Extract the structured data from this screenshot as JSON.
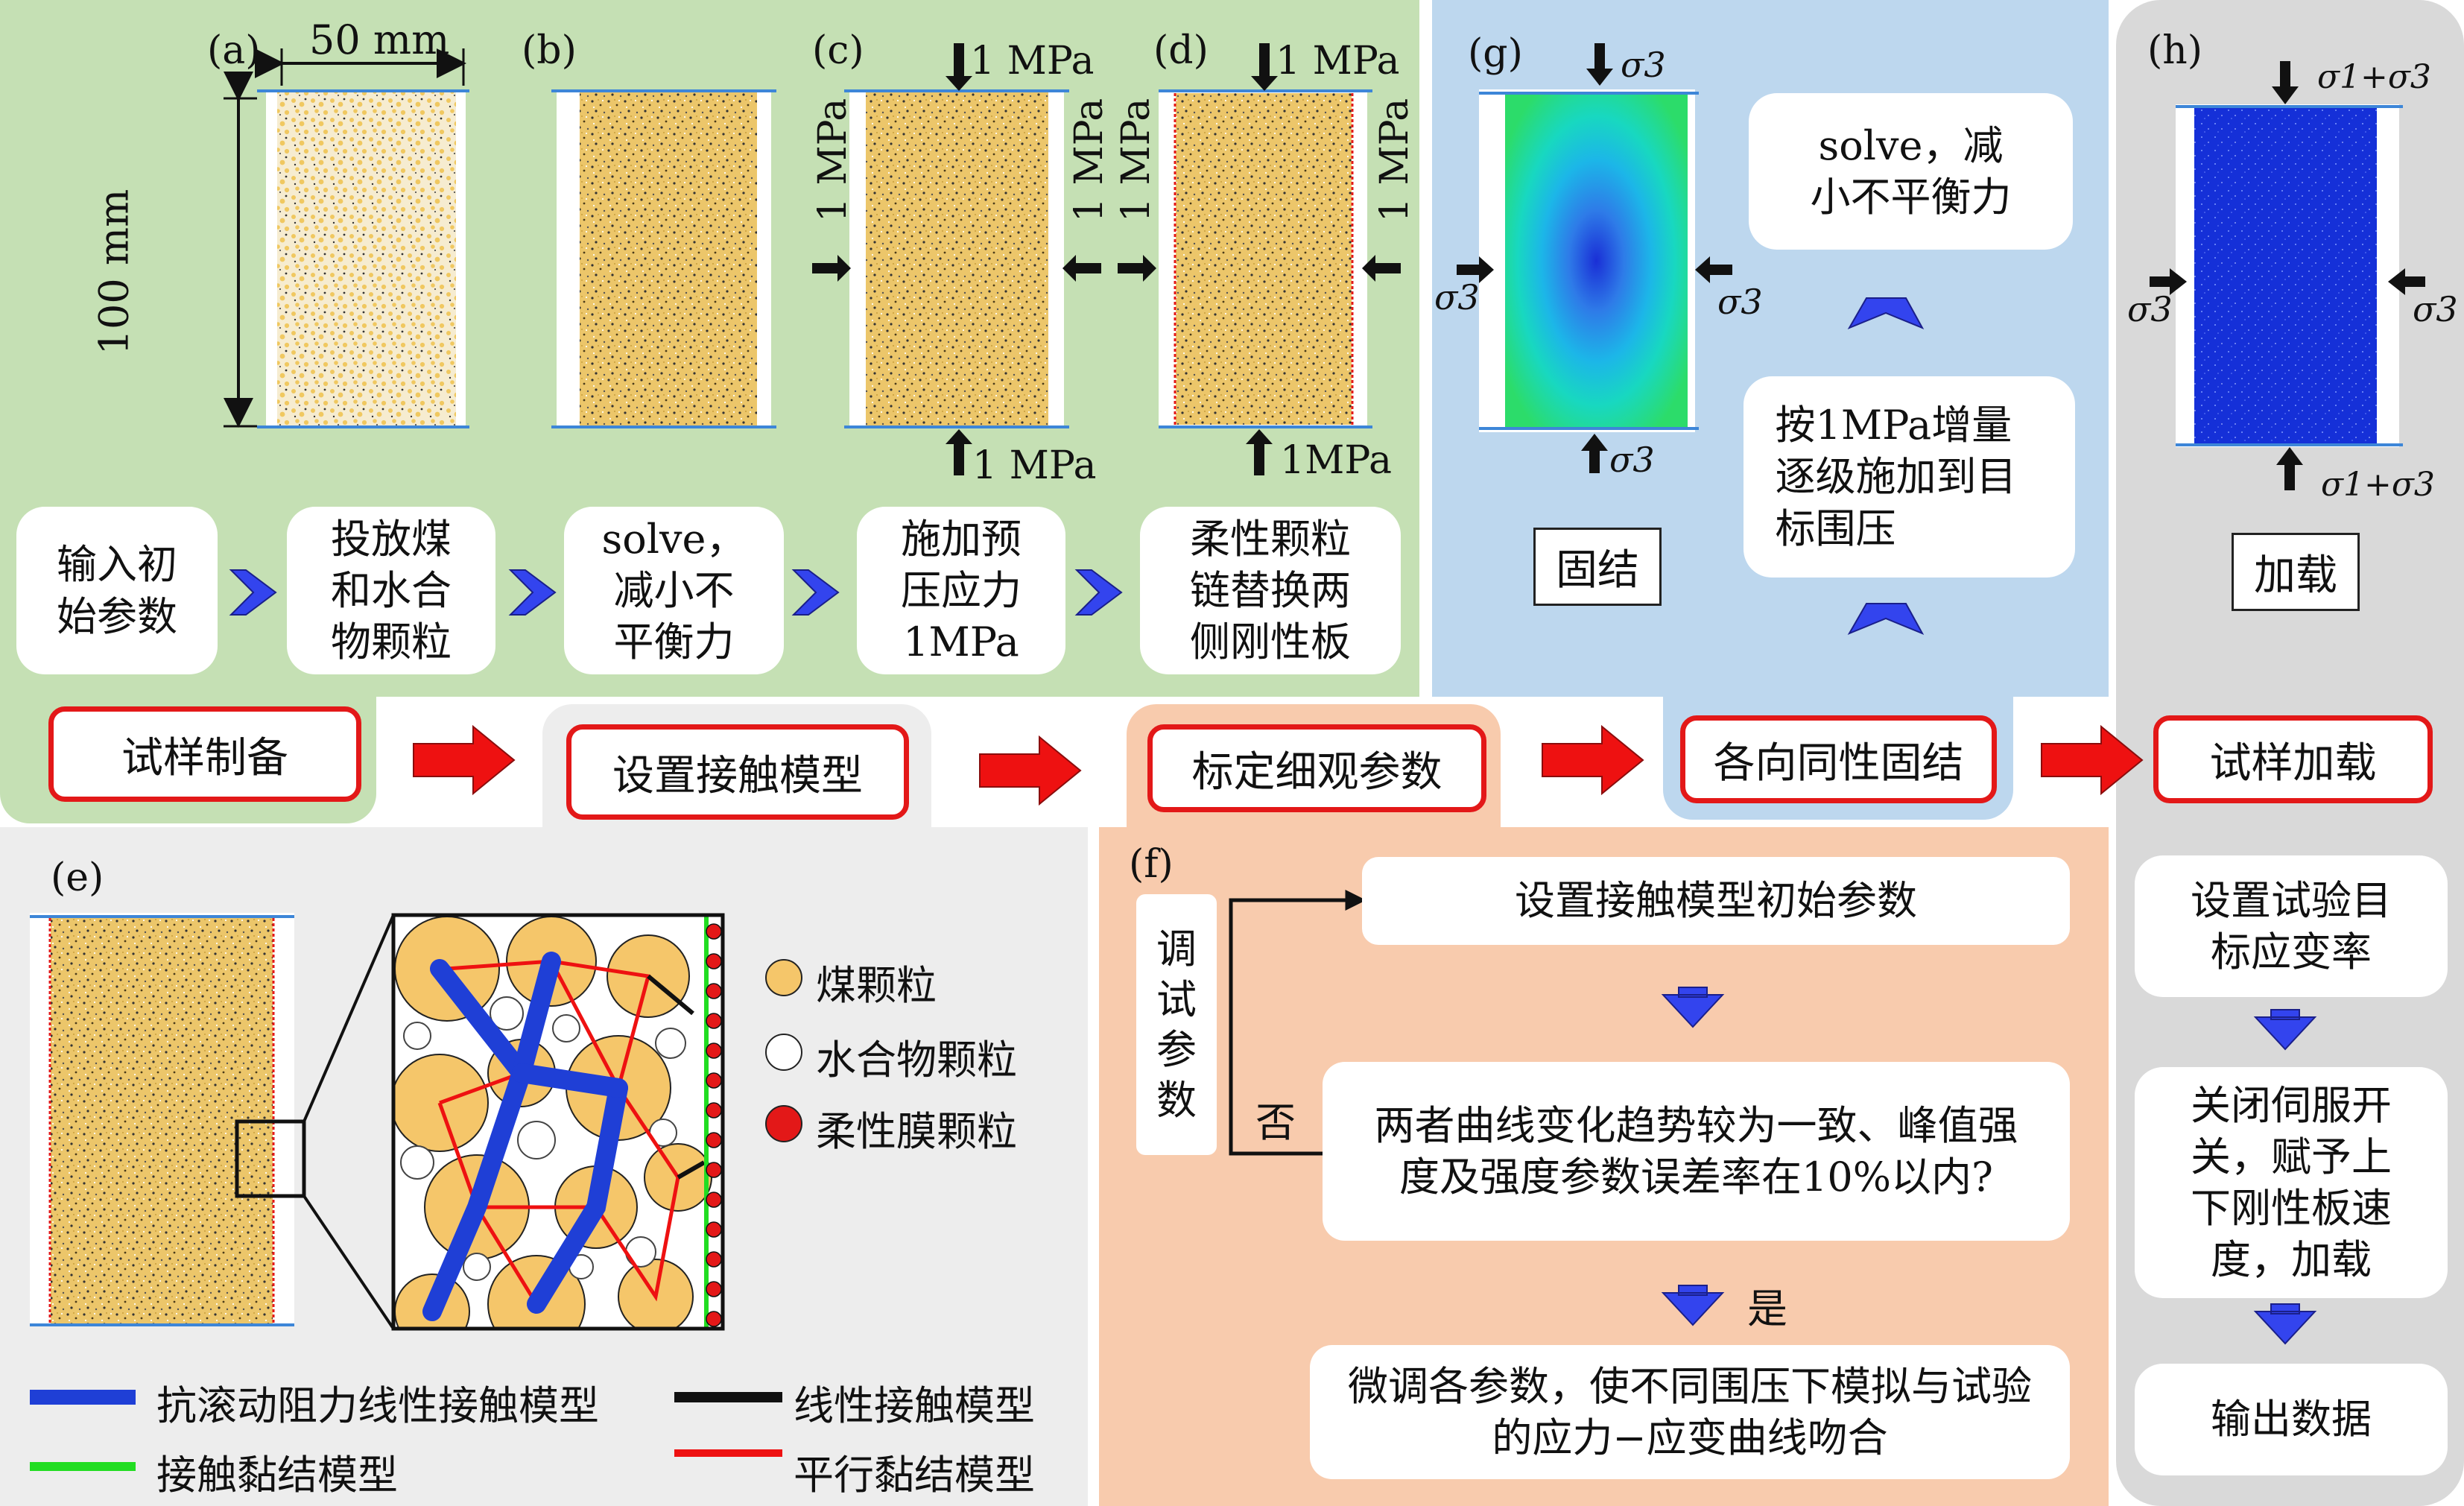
{
  "panel_labels": {
    "a": "(a)",
    "b": "(b)",
    "c": "(c)",
    "d": "(d)",
    "e": "(e)",
    "f": "(f)",
    "g": "(g)",
    "h": "(h)"
  },
  "dimensions": {
    "width": "50 mm",
    "height": "100 mm"
  },
  "pressure": {
    "label": "1 MPa",
    "label_tight": "1MPa"
  },
  "sigma": {
    "sigma3": "σ3",
    "sigma1_plus_sigma3": "σ1+σ3"
  },
  "prep_steps": [
    "输入初始参数",
    "投放煤和水合物颗粒",
    "solve，减小不平衡力",
    "施加预压应力1MPa",
    "柔性颗粒链替换两侧刚性板"
  ],
  "main_flow": [
    "试样制备",
    "设置接触模型",
    "标定细观参数",
    "各向同性固结",
    "试样加载"
  ],
  "consolidation": {
    "solve_box": "solve，减小不平衡力",
    "increment_box": "按1MPa增量逐级施加到目标围压",
    "label": "固结"
  },
  "loading": {
    "label": "加载",
    "steps": [
      "设置试验目标应变率",
      "关闭伺服开关，赋予上下刚性板速度，加载",
      "输出数据"
    ]
  },
  "calibration": {
    "set_initial": "设置接触模型初始参数",
    "question": "两者曲线变化趋势较为一致、峰值强度及强度参数误差率在10%以内?",
    "yes": "是",
    "no": "否",
    "adjust": "调试参数",
    "finetune": "微调各参数，使不同围压下模拟与试验的应力−应变曲线吻合"
  },
  "particle_legend": [
    "煤颗粒",
    "水合物颗粒",
    "柔性膜颗粒"
  ],
  "contact_legend": [
    "抗滚动阻力线性接触模型",
    "接触黏结模型",
    "线性接触模型",
    "平行黏结模型"
  ],
  "colors": {
    "green_panel": "#c5e0b4",
    "blue_panel": "#bdd7ee",
    "peach_panel": "#f8cbad",
    "gray_panel": "#d9d9d9",
    "light_gray_panel": "#ededed",
    "coal": "#f2c85f",
    "hydrate": "#ffffff",
    "membrane": "#e31818",
    "rolling_resistance": "#1f3fd6",
    "contact_bond": "#22dd22",
    "linear": "#111111",
    "parallel_bond": "#ee1111",
    "arrow_red": "#ee1111",
    "arrow_blue": "#3344ee"
  }
}
